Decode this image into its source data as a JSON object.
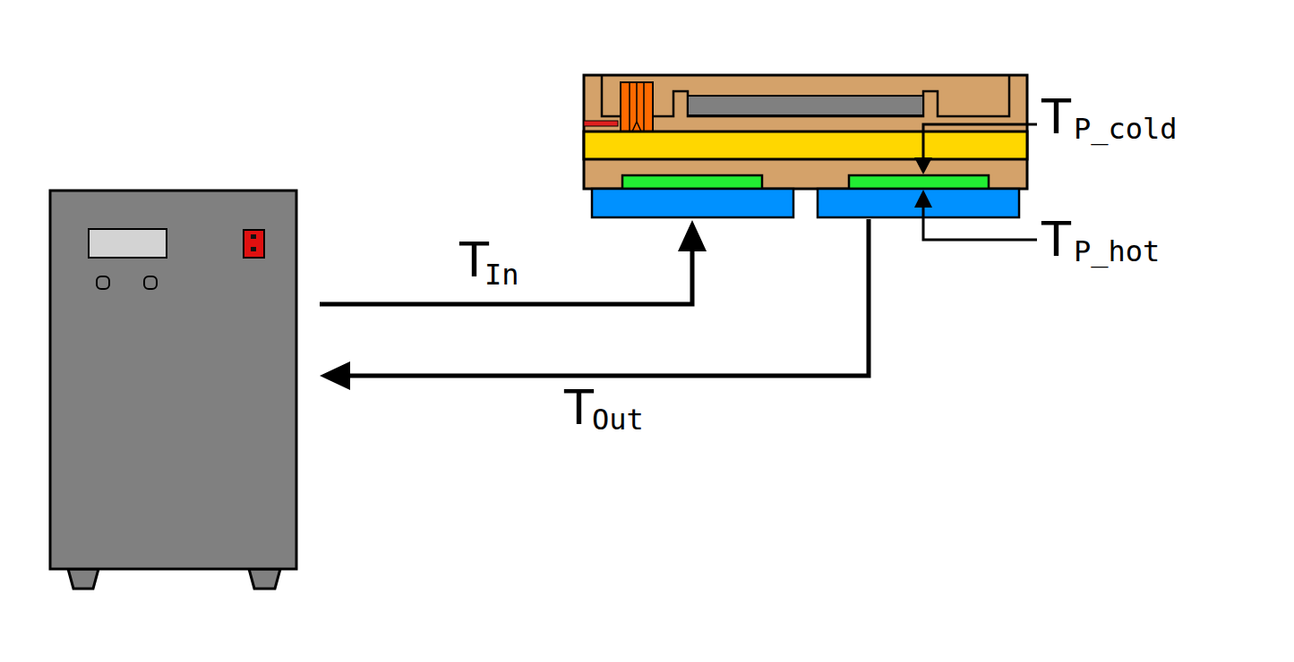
{
  "diagram": {
    "labels": [
      "T",
      "In",
      "T",
      "Out",
      "T",
      "P_cold",
      "T",
      "P_hot"
    ]
  }
}
